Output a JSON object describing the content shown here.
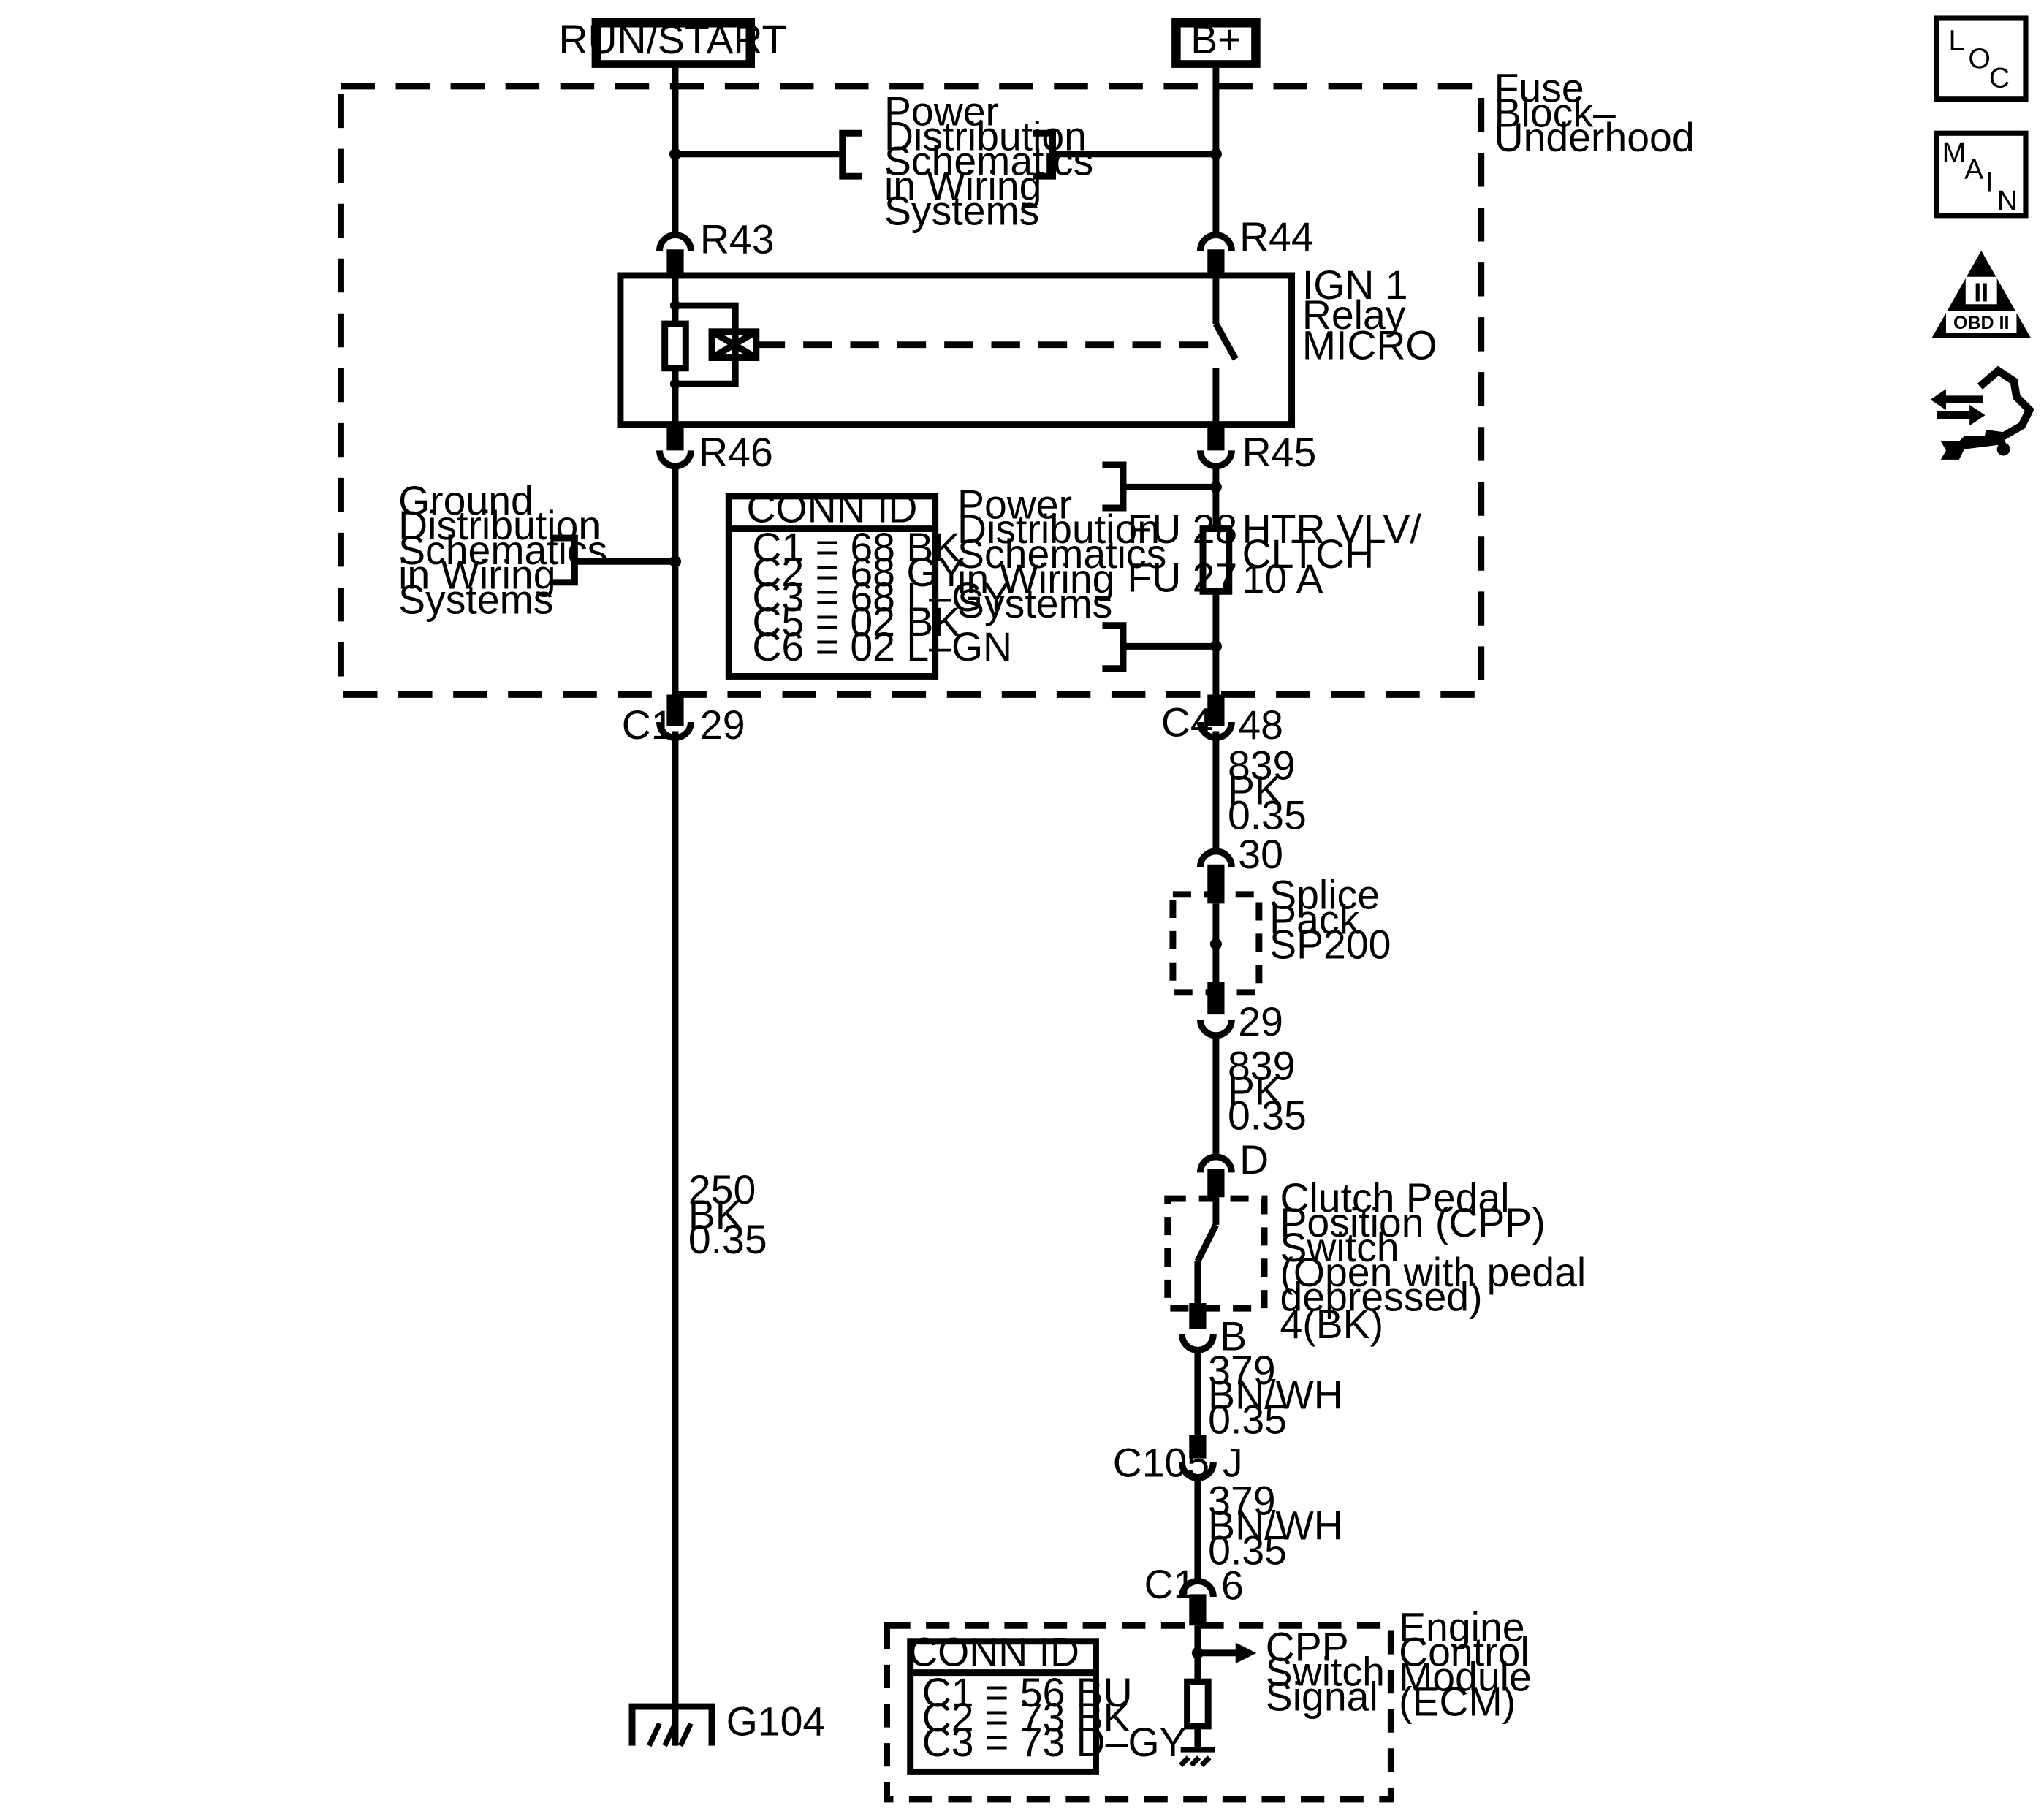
{
  "power_sources": {
    "run_start": "RUN/START",
    "battery": "B+"
  },
  "fuse_block": {
    "label_lines": [
      "Fuse",
      "Block–",
      "Underhood"
    ]
  },
  "power_dist_ref_top": {
    "lines": [
      "Power",
      "Distribution",
      "Schematics",
      "in Wiring",
      "Systems"
    ]
  },
  "power_dist_ref_mid": {
    "lines": [
      "Power",
      "Distribution",
      "Schematics",
      "in Wiring",
      "Systems"
    ]
  },
  "ground_dist_ref": {
    "lines": [
      "Ground",
      "Distribution",
      "Schematics",
      "in Wiring",
      "Systems"
    ]
  },
  "relay": {
    "label_lines": [
      "IGN 1",
      "Relay",
      "MICRO"
    ]
  },
  "terminals": {
    "r43": "R43",
    "r44": "R44",
    "r46": "R46",
    "r45": "R45",
    "c1_left": "C1",
    "c1_left_pin": "29",
    "c4": "C4",
    "c4_pin": "48",
    "sp200_in_pin": "30",
    "sp200_out_pin": "29",
    "cpp_in_pin": "D",
    "cpp_out_pin": "B",
    "c105": "C105",
    "c105_pin": "J",
    "ecm_c1": "C1",
    "ecm_c1_pin": "6"
  },
  "fuse": {
    "fu28": "FU 28",
    "fu27": "FU 27",
    "label_lines": [
      "HTR VLV/",
      "CLTCH",
      "10 A"
    ]
  },
  "conn_id_fuse_block": {
    "title": "CONN ID",
    "rows": [
      "C1 = 68 BK",
      "C2 = 68 GY",
      "C3 = 68 L–GY",
      "C5 = 02 BK",
      "C6 = 02 L–GN"
    ]
  },
  "conn_id_ecm": {
    "title": "CONN ID",
    "rows": [
      "C1 = 56 BU",
      "C2 = 73 BK",
      "C3 = 73 D–GY"
    ]
  },
  "wires": {
    "w250": [
      "250",
      "BK",
      "0.35"
    ],
    "w839a": [
      "839",
      "PK",
      "0.35"
    ],
    "w839b": [
      "839",
      "PK",
      "0.35"
    ],
    "w379a": [
      "379",
      "BN/WH",
      "0.35"
    ],
    "w379b": [
      "379",
      "BN/WH",
      "0.35"
    ]
  },
  "splice_pack": {
    "label_lines": [
      "Splice",
      "Pack",
      "SP200"
    ]
  },
  "cpp_switch": {
    "label_lines": [
      "Clutch Pedal",
      "Position (CPP)",
      "Switch",
      "(Open with pedal",
      "depressed)",
      "4(BK)"
    ]
  },
  "ecm": {
    "label_lines": [
      "Engine",
      "Control",
      "Module",
      "(ECM)"
    ],
    "signal_lines": [
      "CPP",
      "Switch",
      "Signal"
    ]
  },
  "ground": {
    "g104": "G104"
  },
  "side_icons": {
    "loc": {
      "name": "location-icon",
      "letters": [
        "L",
        "O",
        "C"
      ]
    },
    "main": {
      "name": "main-menu-icon",
      "letters": [
        "M",
        "A",
        "I",
        "N"
      ]
    },
    "obd": {
      "name": "obd-ii-icon",
      "numeral": "II",
      "caption": "OBD II"
    },
    "tools": {
      "name": "diagnostic-tools-icon"
    }
  }
}
